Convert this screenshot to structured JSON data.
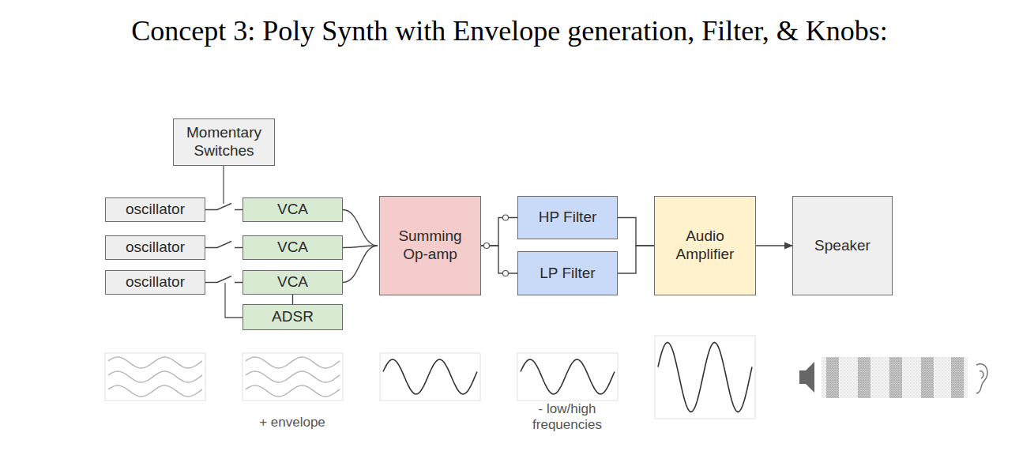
{
  "diagram": {
    "title": "Concept 3: Poly Synth with Envelope generation, Filter, & Knobs:",
    "nodes": [
      {
        "text": [
          "Momentary Switches"
        ]
      },
      {
        "text": [
          "oscillator"
        ]
      },
      {
        "text": [
          "VCA"
        ]
      },
      {
        "text": [
          "oscillator"
        ]
      },
      {
        "text": [
          "VCA"
        ]
      },
      {
        "text": [
          "oscillator"
        ]
      },
      {
        "text": [
          "VCA"
        ]
      },
      {
        "text": [
          "ADSR"
        ]
      },
      {
        "text": [
          "Summing Op-amp"
        ]
      },
      {
        "text": [
          "HP Filter"
        ]
      },
      {
        "text": [
          "LP Filter"
        ]
      },
      {
        "text": [
          "Audio Amplifier"
        ]
      },
      {
        "text": [
          "Speaker"
        ]
      }
    ],
    "edges": [
      {
        "from": 1,
        "to": 2,
        "arrow": "none"
      },
      {
        "from": 3,
        "to": 4,
        "arrow": "none"
      },
      {
        "from": 5,
        "to": 6,
        "arrow": "none"
      },
      {
        "from": 7,
        "to": 6,
        "arrow": "none"
      },
      {
        "from": 2,
        "to": 8,
        "arrow": "none"
      },
      {
        "from": 4,
        "to": 8,
        "arrow": "none"
      },
      {
        "from": 6,
        "to": 8,
        "arrow": "none"
      },
      {
        "from": 8,
        "to": 9,
        "arrow": "none"
      },
      {
        "from": 8,
        "to": 10,
        "arrow": "none"
      },
      {
        "from": 9,
        "to": 11,
        "arrow": "none"
      },
      {
        "from": 10,
        "to": 11,
        "arrow": "none"
      },
      {
        "from": 11,
        "to": 12,
        "arrow": "to"
      }
    ],
    "labels": [
      "+ envelope",
      "- low/high frequencies"
    ]
  }
}
